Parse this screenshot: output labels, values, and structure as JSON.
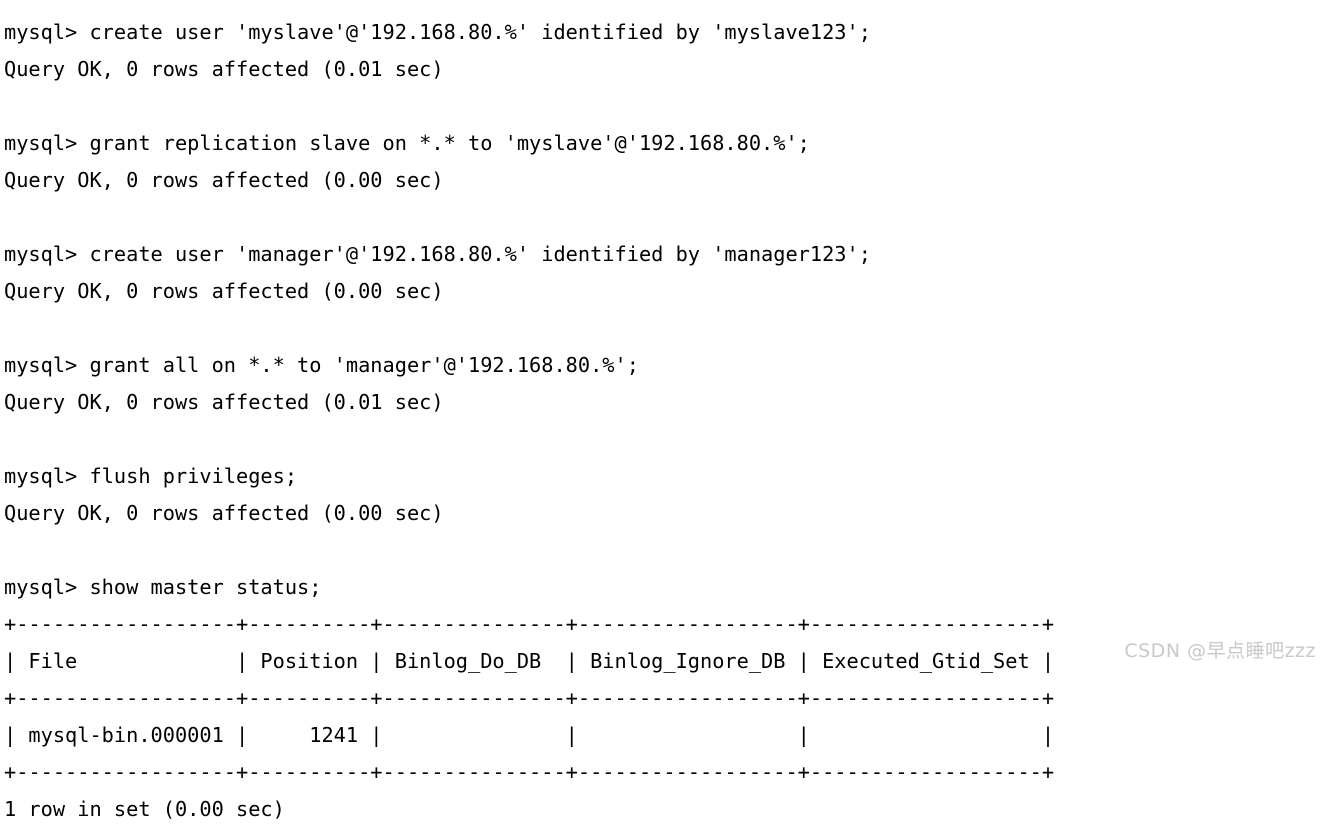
{
  "terminal": {
    "prompt": "mysql> ",
    "background_color": "#ffffff",
    "text_color": "#000000",
    "blocks": [
      {
        "command": "create user 'myslave'@'192.168.80.%' identified by 'myslave123';",
        "result": "Query OK, 0 rows affected (0.01 sec)"
      },
      {
        "command": "grant replication slave on *.* to 'myslave'@'192.168.80.%';",
        "result": "Query OK, 0 rows affected (0.00 sec)"
      },
      {
        "command": "create user 'manager'@'192.168.80.%' identified by 'manager123';",
        "result": "Query OK, 0 rows affected (0.00 sec)"
      },
      {
        "command": "grant all on *.* to 'manager'@'192.168.80.%';",
        "result": "Query OK, 0 rows affected (0.01 sec)"
      },
      {
        "command": "flush privileges;",
        "result": "Query OK, 0 rows affected (0.00 sec)"
      }
    ],
    "last_command": "show master status;",
    "footer": "1 row in set (0.00 sec)"
  },
  "result_table": {
    "columns": [
      {
        "name": "File",
        "width": 18,
        "align": "left"
      },
      {
        "name": "Position",
        "width": 10,
        "align": "right"
      },
      {
        "name": "Binlog_Do_DB",
        "width": 15,
        "align": "left"
      },
      {
        "name": "Binlog_Ignore_DB",
        "width": 18,
        "align": "left"
      },
      {
        "name": "Executed_Gtid_Set",
        "width": 19,
        "align": "left"
      }
    ],
    "rows": [
      {
        "File": "mysql-bin.000001",
        "Position": "1241",
        "Binlog_Do_DB": "",
        "Binlog_Ignore_DB": "",
        "Executed_Gtid_Set": ""
      }
    ]
  },
  "watermark": {
    "text": "CSDN @早点睡吧zzz",
    "color": "#c9c9c9"
  }
}
